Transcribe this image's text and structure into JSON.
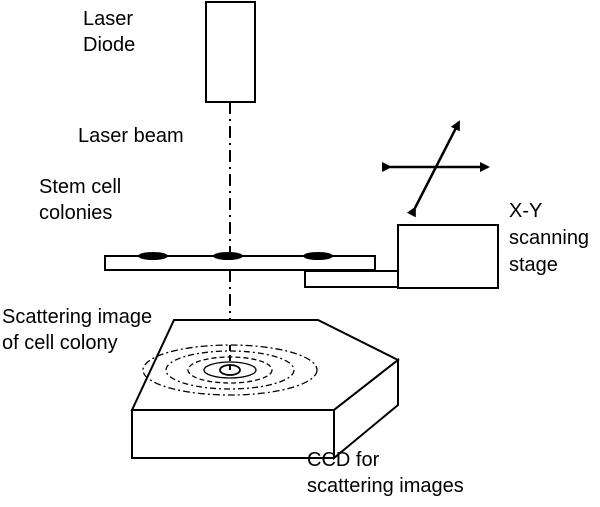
{
  "labels": {
    "laser_diode": [
      "Laser",
      "Diode"
    ],
    "laser_beam": "Laser beam",
    "stem_cell_colonies": [
      "Stem cell",
      "colonies"
    ],
    "xy_stage": [
      "X-Y",
      "scanning",
      "stage"
    ],
    "scattering_image": [
      "Scattering image",
      "of cell colony"
    ],
    "ccd": [
      "CCD for",
      "scattering images"
    ]
  },
  "colors": {
    "stroke": "#000000",
    "fill": "#ffffff"
  }
}
